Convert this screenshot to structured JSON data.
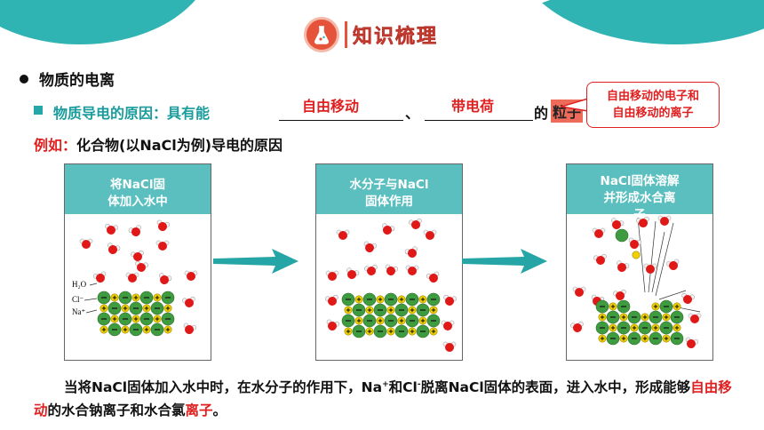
{
  "header": {
    "title": "知识梳理",
    "icon": "lab-flask-icon"
  },
  "section": {
    "bullet": "物质的电离"
  },
  "cause": {
    "label": "物质导电的原因：具有能",
    "blank1": "自由移动",
    "separator": "、",
    "blank2": "带电荷",
    "de": "的",
    "keyword": "粒子",
    "period": "。"
  },
  "callout": {
    "line1": "自由移动的电子和",
    "line2": "自由移动的离子"
  },
  "example": {
    "label": "例如：",
    "text": "化合物(以NaCl为例)导电的原因"
  },
  "panels": [
    {
      "line1": "将NaCl固",
      "line2": "体加入水中"
    },
    {
      "line1": "水分子与NaCl",
      "line2": "固体作用"
    },
    {
      "line1": "NaCl固体溶解",
      "line2": "并形成水合离",
      "line3": "子"
    }
  ],
  "labels": {
    "water": "H₂O",
    "chloride": "Cl⁻",
    "sodium": "Na⁺"
  },
  "paragraph": {
    "part1": "当将NaCl固体加入水中时，在水分子的作用下，Na",
    "sup1": "+",
    "part2": "和Cl",
    "sup2": "-",
    "part3": "脱离NaCl固体的表面，进入水中，形成能够",
    "red1": "自由移动",
    "part4": "的水合钠离子和水合氯",
    "red2": "离子",
    "part5": "。"
  },
  "colors": {
    "teal": "#2fb3b3",
    "accent_red": "#e02020",
    "chloride": "#3f9b3f",
    "sodium": "#f0d000",
    "oxygen": "#e01818"
  }
}
